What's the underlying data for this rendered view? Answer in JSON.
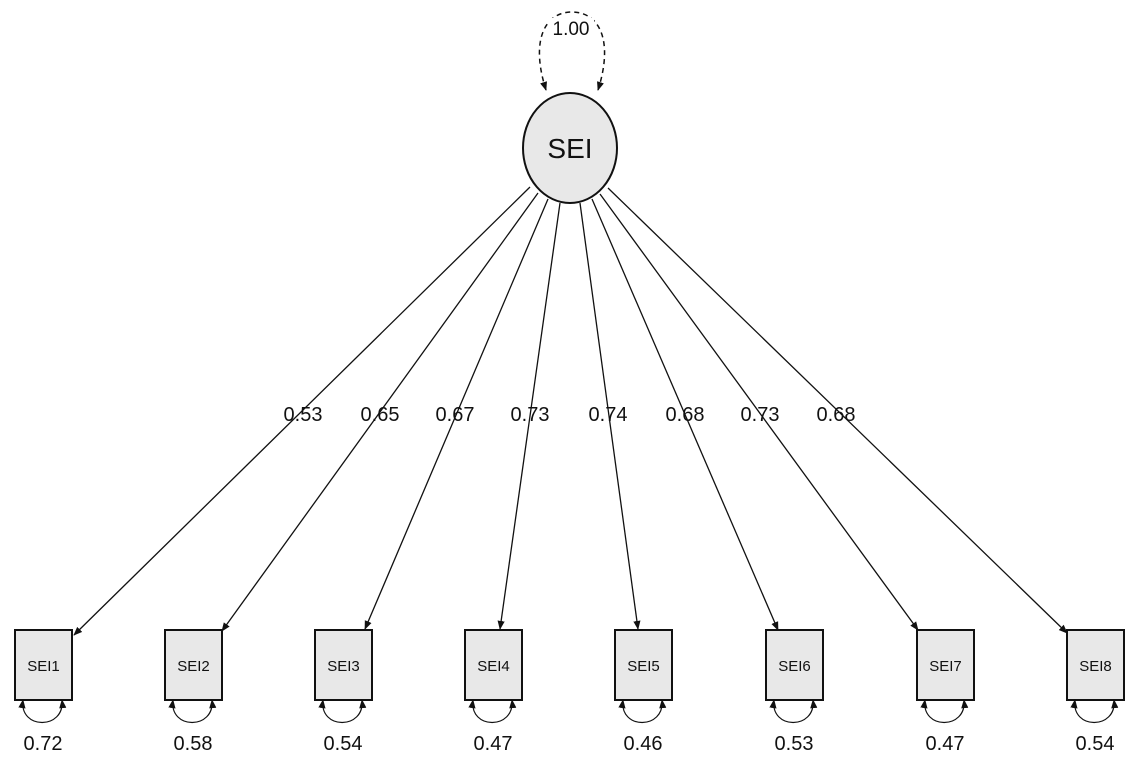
{
  "latent": {
    "label": "SEI",
    "variance": "1.00"
  },
  "indicators": [
    {
      "label": "SEI1",
      "loading": "0.53",
      "residual": "0.72"
    },
    {
      "label": "SEI2",
      "loading": "0.65",
      "residual": "0.58"
    },
    {
      "label": "SEI3",
      "loading": "0.67",
      "residual": "0.54"
    },
    {
      "label": "SEI4",
      "loading": "0.73",
      "residual": "0.47"
    },
    {
      "label": "SEI5",
      "loading": "0.74",
      "residual": "0.46"
    },
    {
      "label": "SEI6",
      "loading": "0.68",
      "residual": "0.53"
    },
    {
      "label": "SEI7",
      "loading": "0.73",
      "residual": "0.47"
    },
    {
      "label": "SEI8",
      "loading": "0.68",
      "residual": "0.54"
    }
  ],
  "colors": {
    "node_fill": "#e8e8e8",
    "stroke": "#111111"
  }
}
